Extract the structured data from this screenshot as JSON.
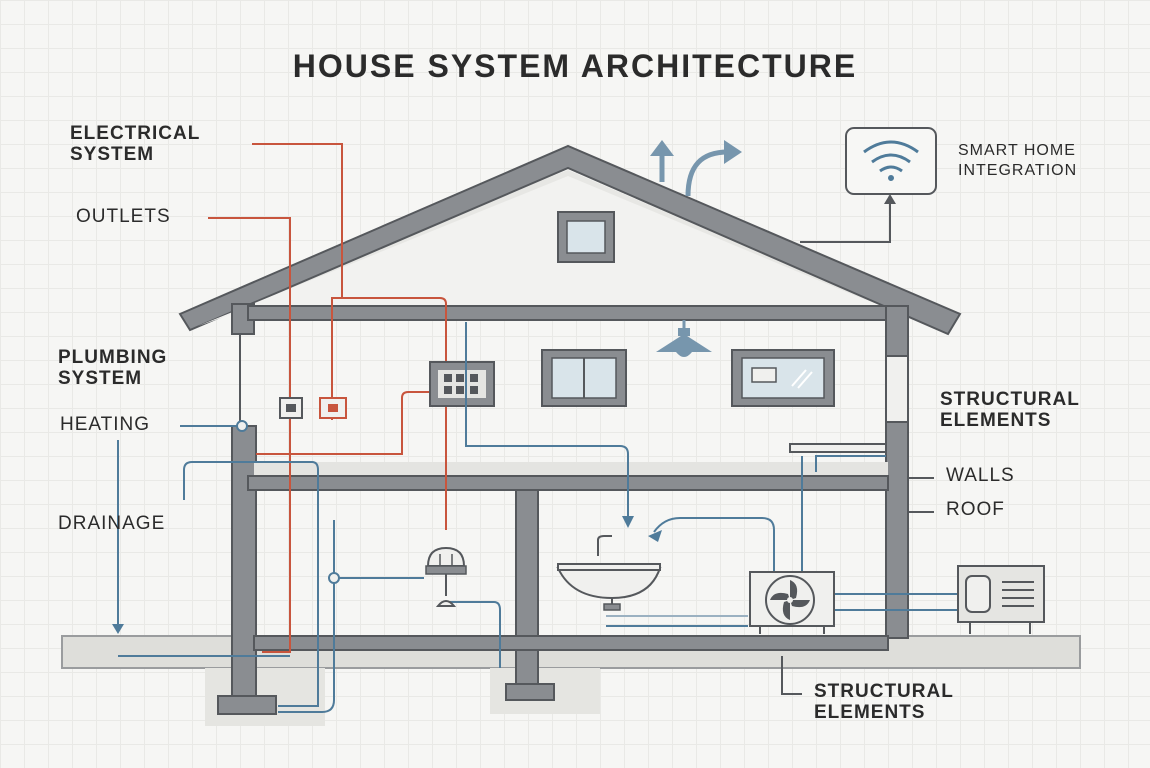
{
  "title": "HOUSE SYSTEM ARCHITECTURE",
  "labels": {
    "electrical_line1": "ELECTRICAL",
    "electrical_line2": "SYSTEM",
    "outlets": "OUTLETS",
    "plumbing_line1": "PLUMBING",
    "plumbing_line2": "SYSTEM",
    "heating": "HEATING",
    "drainage": "DRAINAGE",
    "smart_home_line1": "SMART HOME",
    "smart_home_line2": "INTEGRATION",
    "structural_right_line1": "STRUCTURAL",
    "structural_right_line2": "ELEMENTS",
    "walls": "WALLS",
    "roof": "ROOF",
    "structural_bottom_line1": "STRUCTURAL",
    "structural_bottom_line2": "ELEMENTS"
  },
  "colors": {
    "structure": "#8a8d91",
    "structure_dark": "#55585c",
    "electrical": "#c8553d",
    "plumbing": "#4f7b9a",
    "fill_light": "#f0f0ee",
    "window_glass": "#d9e4ea",
    "ground": "#dededa"
  },
  "icons": [
    "wifi-icon",
    "vent-arrow-icon",
    "breaker-panel-icon",
    "ceiling-lamp-icon",
    "sink-icon",
    "fan-unit-icon",
    "outdoor-unit-icon",
    "water-heater-icon",
    "outlet-icon"
  ]
}
